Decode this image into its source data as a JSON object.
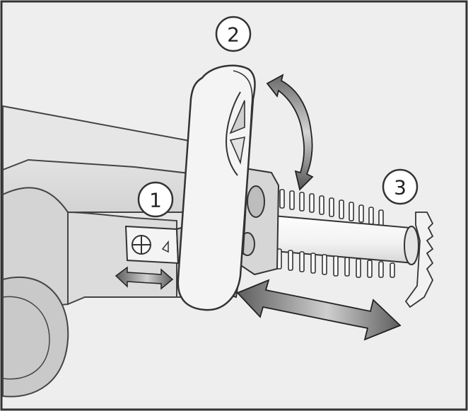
{
  "callouts": [
    {
      "number": "1"
    },
    {
      "number": "2"
    },
    {
      "number": "3"
    }
  ],
  "colors": {
    "background": "#eeeeee",
    "line": "#333333",
    "part_light": "#f6f6f6",
    "part_mid": "#d9d9d9",
    "part_dark": "#9a9a9a",
    "arrow_dark": "#6f6f6f",
    "arrow_light": "#d0d0d0"
  },
  "icons": {
    "rotate_arrow": "curved-double-arrow-icon",
    "slide_arrow_small": "horizontal-double-arrow-icon",
    "slide_arrow_large": "diagonal-double-arrow-icon"
  }
}
